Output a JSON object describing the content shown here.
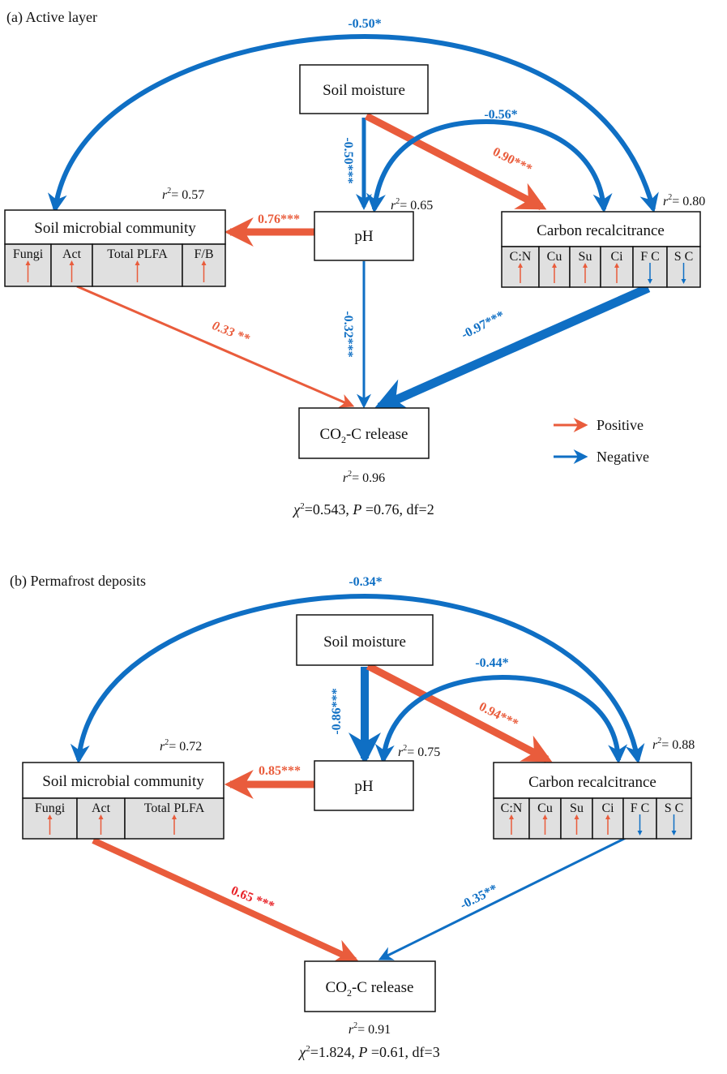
{
  "colors": {
    "positive": "#e95c3c",
    "negative": "#0f6fc4",
    "positive_dark": "#e8242a",
    "cell_bg": "#e0e0e0"
  },
  "legend": {
    "positive": "Positive",
    "negative": "Negative"
  },
  "panels": [
    {
      "id": "a",
      "title": "(a) Active layer",
      "nodes": {
        "soil_moisture": {
          "label": "Soil moisture"
        },
        "ph": {
          "label": "pH",
          "r2": "0.65"
        },
        "microbial": {
          "label": "Soil microbial community",
          "r2": "0.57",
          "cells": [
            {
              "label": "Fungi",
              "dir": "up"
            },
            {
              "label": "Act",
              "dir": "up"
            },
            {
              "label": "Total PLFA",
              "dir": "up"
            },
            {
              "label": "F/B",
              "dir": "up"
            }
          ]
        },
        "carbon": {
          "label": "Carbon recalcitrance",
          "r2": "0.80",
          "cells": [
            {
              "label": "C:N",
              "dir": "up"
            },
            {
              "label": "Cu",
              "dir": "up"
            },
            {
              "label": "Su",
              "dir": "up"
            },
            {
              "label": "Ci",
              "dir": "up"
            },
            {
              "label": "F C",
              "dir": "down"
            },
            {
              "label": "S C",
              "dir": "down"
            }
          ]
        },
        "co2": {
          "label_main": "CO",
          "label_sub": "2",
          "label_rest": "-C release",
          "r2": "0.96"
        }
      },
      "paths": [
        {
          "from": "Soil moisture",
          "to": "Soil microbial community",
          "coef": "-0.50*",
          "sign": "negative"
        },
        {
          "from": "Soil moisture",
          "to": "pH",
          "coef": "-0.50***",
          "sign": "negative"
        },
        {
          "from": "Soil moisture",
          "to": "Carbon recalcitrance",
          "coef": "0.90***",
          "sign": "positive"
        },
        {
          "from": "Carbon recalcitrance",
          "to": "pH",
          "coef": "-0.56*",
          "sign": "negative",
          "bidirectional": true
        },
        {
          "from": "pH",
          "to": "Soil microbial community",
          "coef": "0.76***",
          "sign": "positive"
        },
        {
          "from": "pH",
          "to": "CO2-C release",
          "coef": "-0.32***",
          "sign": "negative"
        },
        {
          "from": "Soil microbial community",
          "to": "CO2-C release",
          "coef": "0.33 **",
          "sign": "positive"
        },
        {
          "from": "Carbon recalcitrance",
          "to": "CO2-C release",
          "coef": "-0.97***",
          "sign": "negative"
        }
      ],
      "fit": {
        "chi2": "0.543",
        "P": "0.76",
        "df": "2"
      }
    },
    {
      "id": "b",
      "title": "(b) Permafrost deposits",
      "nodes": {
        "soil_moisture": {
          "label": "Soil moisture"
        },
        "ph": {
          "label": "pH",
          "r2": "0.75"
        },
        "microbial": {
          "label": "Soil microbial community",
          "r2": "0.72",
          "cells": [
            {
              "label": "Fungi",
              "dir": "up"
            },
            {
              "label": "Act",
              "dir": "up"
            },
            {
              "label": "Total PLFA",
              "dir": "up"
            }
          ]
        },
        "carbon": {
          "label": "Carbon recalcitrance",
          "r2": "0.88",
          "cells": [
            {
              "label": "C:N",
              "dir": "up"
            },
            {
              "label": "Cu",
              "dir": "up"
            },
            {
              "label": "Su",
              "dir": "up"
            },
            {
              "label": "Ci",
              "dir": "up"
            },
            {
              "label": "F C",
              "dir": "down"
            },
            {
              "label": "S C",
              "dir": "down"
            }
          ]
        },
        "co2": {
          "label_main": "CO",
          "label_sub": "2",
          "label_rest": "-C release",
          "r2": "0.91"
        }
      },
      "paths": [
        {
          "from": "Soil moisture",
          "to": "Soil microbial community",
          "coef": "-0.34*",
          "sign": "negative"
        },
        {
          "from": "Soil moisture",
          "to": "pH",
          "coef": "-0.86***",
          "sign": "negative"
        },
        {
          "from": "Soil moisture",
          "to": "Carbon recalcitrance",
          "coef": "0.94***",
          "sign": "positive"
        },
        {
          "from": "Carbon recalcitrance",
          "to": "pH",
          "coef": "-0.44*",
          "sign": "negative",
          "bidirectional": true
        },
        {
          "from": "pH",
          "to": "Soil microbial community",
          "coef": "0.85***",
          "sign": "positive"
        },
        {
          "from": "Soil microbial community",
          "to": "CO2-C release",
          "coef": "0.65 ***",
          "sign": "positive"
        },
        {
          "from": "Carbon recalcitrance",
          "to": "CO2-C release",
          "coef": "-0.35**",
          "sign": "negative"
        }
      ],
      "fit": {
        "chi2": "1.824",
        "P": "0.61",
        "df": "3"
      }
    }
  ]
}
